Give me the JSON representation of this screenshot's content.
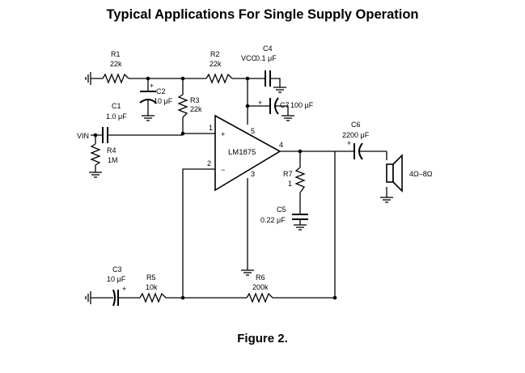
{
  "title": "Typical Applications For Single Supply Operation",
  "caption": "Figure 2.",
  "labels": {
    "r1_name": "R1",
    "r1_val": "22k",
    "r2_name": "R2",
    "r2_val": "22k",
    "r3_name": "R3",
    "r3_val": "22k",
    "r4_name": "R4",
    "r4_val": "1M",
    "r5_name": "R5",
    "r5_val": "10k",
    "r6_name": "R6",
    "r6_val": "200k",
    "r7_name": "R7",
    "r7_val": "1",
    "c1_name": "C1",
    "c1_val": "1.0 μF",
    "c2_name": "C2",
    "c2_val": "10 μF",
    "c3_name": "C3",
    "c3_val": "10 μF",
    "c4_name": "C4",
    "c4_val": "0.1 μF",
    "c5_name": "C5",
    "c5_val": "0.22 μF",
    "c6_name": "C6",
    "c6_val": "2200 μF",
    "c7_name": "C7",
    "c7_val": "100 μF",
    "vcc": "VCC",
    "vin": "VIN",
    "chip": "LM1875",
    "speaker": "4Ω–8Ω",
    "pin1": "1",
    "pin2": "2",
    "pin3": "3",
    "pin4": "4",
    "pin5": "5",
    "plus": "+"
  }
}
